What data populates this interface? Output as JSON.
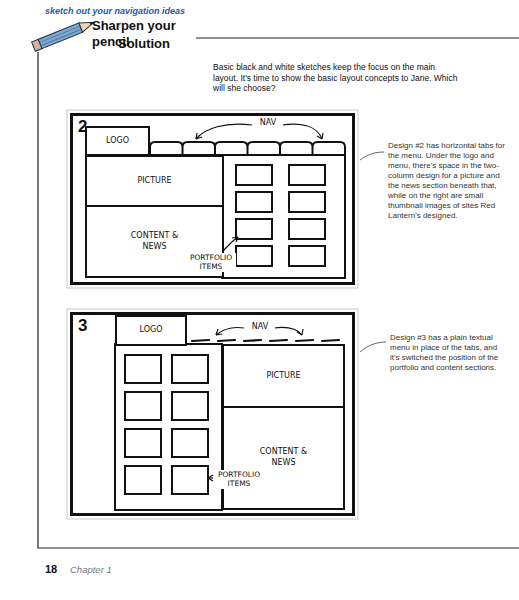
{
  "diagram": {
    "nodes": [
      {
        "text": [
          "2"
        ]
      },
      {
        "text": [
          "LOGO"
        ],
        "in": 0
      },
      {
        "text": [
          "PICTURE"
        ],
        "in": 0
      },
      {
        "text": [
          "CONTENT & NEWS"
        ],
        "in": 0
      },
      {
        "text": [
          "3"
        ]
      },
      {
        "text": [
          "LOGO"
        ],
        "in": 4
      },
      {
        "text": [
          "PICTURE"
        ],
        "in": 4
      },
      {
        "text": [
          "CONTENT & NEWS"
        ],
        "in": 4
      }
    ],
    "labels": [
      "sketch out your navigation ideas",
      "Sharpen your pencil",
      "Solution",
      "Basic black and white sketches keep the focus on the main layout. It's time to show the basic layout concepts to Jane. Which will she choose?",
      "NAV",
      "PORTFOLIO ITEMS",
      "Design #2 has horizontal tabs for the menu. Under the logo and menu, there's space in the two-column design for a picture and the news section beneath that, while on the right are small thumbnail images of sites Red Lantern's designed.",
      "NAV",
      "PORTFOLIO ITEMS",
      "Design #3 has a plain textual menu in place of the tabs, and it's switched the position of the portfolio and content sections.",
      "18",
      "Chapter 1"
    ]
  }
}
